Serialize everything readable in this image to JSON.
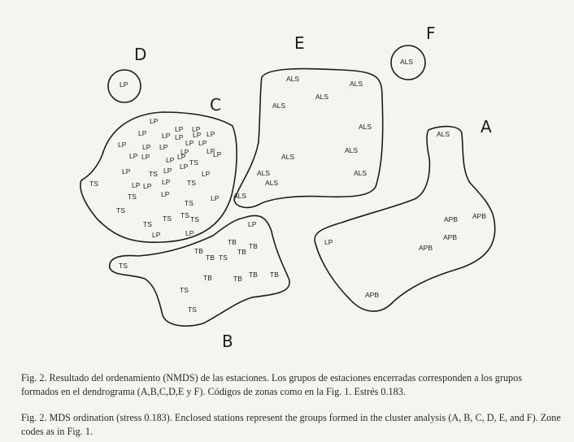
{
  "groups": [
    {
      "id": "A",
      "label": "A",
      "stations": [
        "ALS",
        "APB",
        "APB",
        "APB",
        "APB",
        "LP",
        "APB"
      ]
    },
    {
      "id": "B",
      "label": "B",
      "stations": [
        "LP",
        "TB",
        "TB",
        "TB",
        "TB",
        "TS",
        "TS",
        "TB",
        "TB",
        "TB",
        "TB",
        "TB",
        "TS"
      ]
    },
    {
      "id": "C",
      "label": "C",
      "stations": [
        "LP",
        "LP",
        "LP",
        "LP",
        "LP",
        "LP",
        "LP",
        "LP",
        "LP",
        "LP",
        "LP",
        "LP",
        "LP",
        "LP",
        "LP",
        "LP",
        "LP",
        "LP",
        "LP",
        "LP",
        "TS",
        "LP",
        "TS",
        "LP",
        "LP",
        "LP",
        "LP",
        "LP",
        "TS",
        "LP",
        "TS",
        "TS",
        "TS",
        "TS",
        "TS",
        "TS",
        "LP",
        "LP",
        "TS",
        "TS",
        "LP"
      ]
    },
    {
      "id": "D",
      "label": "D",
      "stations": [
        "LP"
      ]
    },
    {
      "id": "E",
      "label": "E",
      "stations": [
        "ALS",
        "ALS",
        "ALS",
        "ALS",
        "ALS",
        "ALS",
        "ALS",
        "ALS",
        "ALS",
        "ALS",
        "ALS"
      ]
    },
    {
      "id": "F",
      "label": "F",
      "stations": [
        "ALS"
      ]
    }
  ],
  "captions": {
    "spanish": "Fig. 2. Resultado del ordenamiento (NMDS) de las estaciones. Los grupos de estaciones encerradas corresponden a los grupos formados en el dendrograma (A,B,C,D,E y F). Códigos de zonas como en la Fig. 1. Estrés 0.183.",
    "english": "Fig. 2. MDS ordination (stress 0.183). Enclosed stations represent the groups formed in the cluster analysis (A, B, C, D, E, and F). Zone codes as in Fig. 1."
  }
}
